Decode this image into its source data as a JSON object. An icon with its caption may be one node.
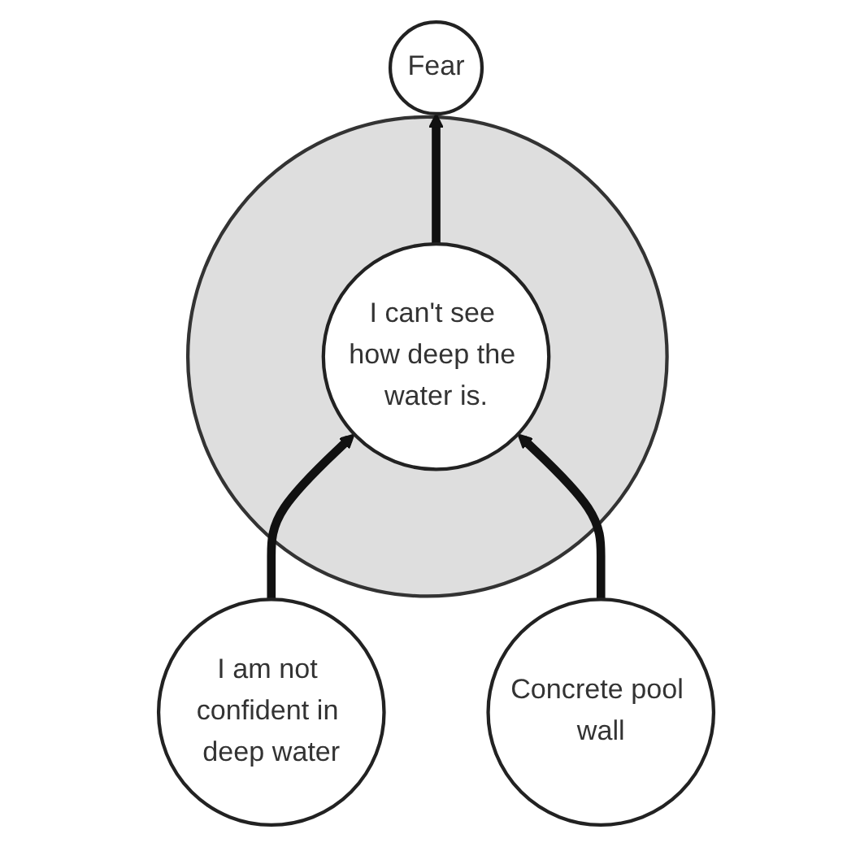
{
  "diagram": {
    "nodes": [
      {
        "text": [
          "Fear"
        ]
      },
      {
        "text": [],
        "shape": "circle"
      },
      {
        "text": [
          "I can't see how deep the water is."
        ],
        "in": 1
      },
      {
        "text": [
          "I am not confident in deep water"
        ]
      },
      {
        "text": [
          "Concrete pool wall"
        ]
      }
    ],
    "edges": [
      {
        "from": 2,
        "to": 0,
        "arrow": "to"
      },
      {
        "from": 3,
        "to": 2,
        "arrow": "to"
      },
      {
        "from": 4,
        "to": 2,
        "arrow": "to"
      }
    ]
  }
}
